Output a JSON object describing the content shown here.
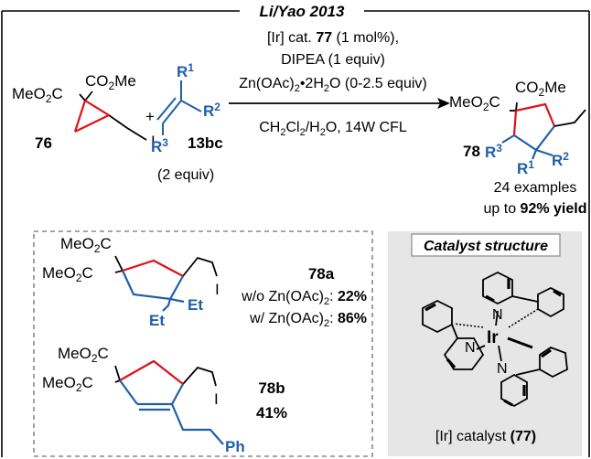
{
  "header": {
    "title": "Li/Yao 2013"
  },
  "colors": {
    "black": "#000000",
    "red": "#e0101a",
    "blue": "#1f5fa8",
    "dashed_border": "#888888",
    "catalyst_box": "#e6e6e6"
  },
  "reaction": {
    "sm1": {
      "label": "76",
      "ester_left": "MeO",
      "ester_left_sub": "2",
      "ester_left_tail": "C",
      "ester_right": "CO",
      "ester_right_sub": "2",
      "ester_right_tail": "Me",
      "atom_i": "I"
    },
    "plus": "+",
    "sm2": {
      "label": "13bc",
      "r1": "R",
      "r1_sup": "1",
      "r2": "R",
      "r2_sup": "2",
      "r3": "R",
      "r3_sup": "3",
      "equiv": "(2 equiv)"
    },
    "conditions": {
      "line1_pre": "[Ir] cat. ",
      "line1_bold": "77",
      "line1_post": " (1 mol%),",
      "line2": "DIPEA (1 equiv)",
      "line3_a": "Zn(OAc)",
      "line3_sub": "2",
      "line3_b": "•2H",
      "line3_sub2": "2",
      "line3_c": "O (0-2.5 equiv)",
      "below_a": "CH",
      "below_sub": "2",
      "below_b": "Cl",
      "below_sub2": "2",
      "below_c": "/H",
      "below_sub3": "2",
      "below_d": "O, 14W CFL"
    },
    "product": {
      "label": "78",
      "ester_left": "MeO",
      "ester_left_sub": "2",
      "ester_left_tail": "C",
      "ester_right": "CO",
      "ester_right_sub": "2",
      "ester_right_tail": "Me",
      "r1": "R",
      "r1_sup": "1",
      "r2": "R",
      "r2_sup": "2",
      "r3": "R",
      "r3_sup": "3",
      "examples": "24 examples",
      "yield_pre": "up to ",
      "yield_bold": "92% yield"
    }
  },
  "examples": {
    "ex1": {
      "label": "78a",
      "ester1": "MeO",
      "ester1_sub": "2",
      "ester1_tail": "C",
      "ester2": "MeO",
      "ester2_sub": "2",
      "ester2_tail": "C",
      "atom_i": "I",
      "et1": "Et",
      "et2": "Et",
      "line1_a": "w/o Zn(OAc)",
      "line1_sub": "2",
      "line1_b": ": ",
      "line1_val": "22%",
      "line2_a": "w/ Zn(OAc)",
      "line2_sub": "2",
      "line2_b": ": ",
      "line2_val": "86%"
    },
    "ex2": {
      "label": "78b",
      "yield": "41%",
      "ester1": "MeO",
      "ester1_sub": "2",
      "ester1_tail": "C",
      "ester2": "MeO",
      "ester2_sub": "2",
      "ester2_tail": "C",
      "atom_i": "I",
      "ph": "Ph"
    }
  },
  "catalyst": {
    "title": "Catalyst structure",
    "ir": "Ir",
    "n1": "N",
    "n2": "N",
    "n3": "N",
    "caption_pre": "[Ir] catalyst ",
    "caption_bold": "(77)"
  }
}
